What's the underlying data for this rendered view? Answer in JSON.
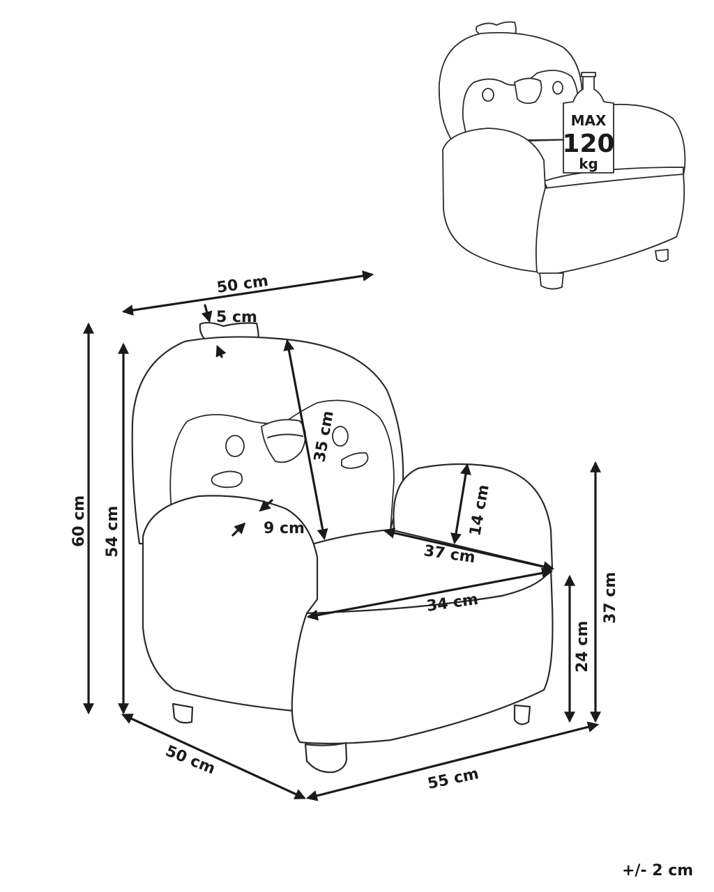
{
  "dimensions": {
    "top_width": "50 cm",
    "ear_height": "5 cm",
    "total_height": "60 cm",
    "back_height": "54 cm",
    "backrest_height": "35 cm",
    "armrest_width": "9 cm",
    "armrest_height": "14 cm",
    "seat_depth": "37 cm",
    "seat_width": "34 cm",
    "seat_height": "24 cm",
    "arm_height": "37 cm",
    "base_depth": "50 cm",
    "base_width": "55 cm"
  },
  "load_badge": {
    "line1": "MAX",
    "line2": "120",
    "line3": "kg"
  },
  "tolerance": "+/- 2 cm"
}
